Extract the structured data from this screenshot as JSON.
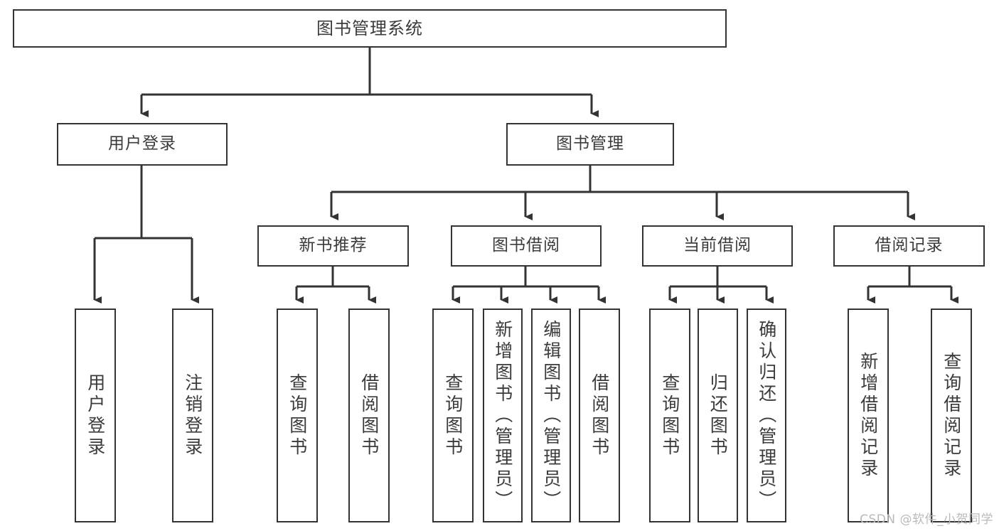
{
  "diagram": {
    "title": "图书管理系统",
    "watermark": "CSDN @软件_小贺同学",
    "stroke_color": "#333333",
    "text_color": "#3b3b3b",
    "background_color": "#ffffff",
    "watermark_color": "#b9b9b9"
  },
  "nodes": {
    "root": {
      "label": "图书管理系统"
    },
    "level1": [
      {
        "label": "用户登录"
      },
      {
        "label": "图书管理"
      }
    ],
    "level2": [
      {
        "label": "新书推荐"
      },
      {
        "label": "图书借阅"
      },
      {
        "label": "当前借阅"
      },
      {
        "label": "借阅记录"
      }
    ],
    "leaves": {
      "user_login": [
        {
          "label": "用户登录"
        },
        {
          "label": "注销登录"
        }
      ],
      "new_book": [
        {
          "label": "查询图书"
        },
        {
          "label": "借阅图书"
        }
      ],
      "book_borrow": [
        {
          "label": "查询图书"
        },
        {
          "label": "新增图书（管理员）"
        },
        {
          "label": "编辑图书（管理员）"
        },
        {
          "label": "借阅图书"
        }
      ],
      "current_borrow": [
        {
          "label": "查询图书"
        },
        {
          "label": "归还图书"
        },
        {
          "label": "确认归还（管理员）"
        }
      ],
      "borrow_record": [
        {
          "label": "新增借阅记录"
        },
        {
          "label": "查询借阅记录"
        }
      ]
    }
  }
}
